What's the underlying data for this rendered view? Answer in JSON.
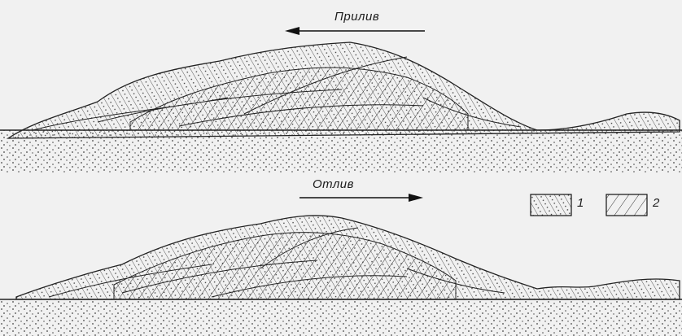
{
  "top_panel": {
    "label": "Прилив",
    "direction": "left"
  },
  "bottom_panel": {
    "label": "Отлив",
    "direction": "right"
  },
  "legend": [
    {
      "number": "1",
      "pattern": "dotted-hatch"
    },
    {
      "number": "2",
      "pattern": "hatch"
    }
  ]
}
